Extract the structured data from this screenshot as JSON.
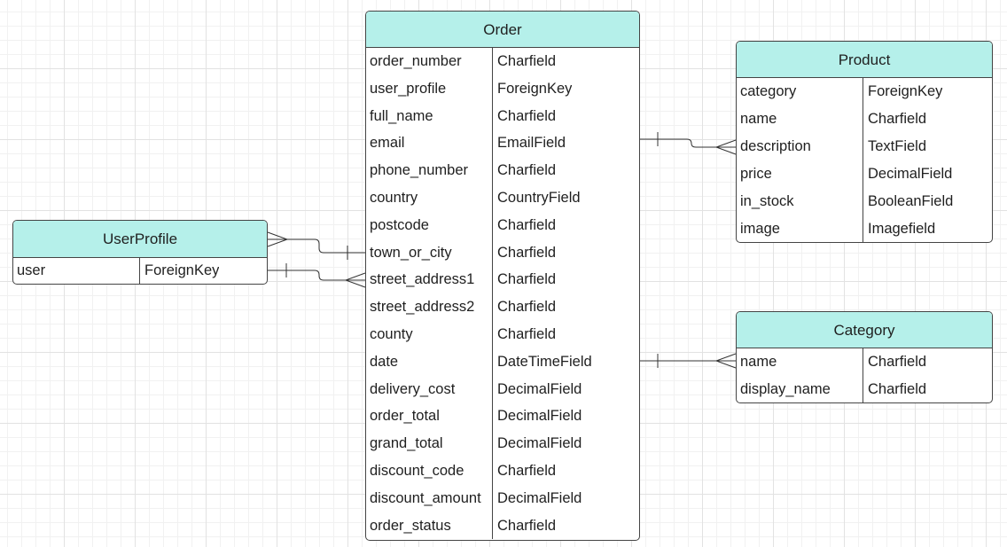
{
  "entities": {
    "order": {
      "title": "Order",
      "fields": [
        {
          "name": "order_number",
          "type": "Charfield"
        },
        {
          "name": "user_profile",
          "type": "ForeignKey"
        },
        {
          "name": "full_name",
          "type": "Charfield"
        },
        {
          "name": "email",
          "type": "EmailField"
        },
        {
          "name": "phone_number",
          "type": "Charfield"
        },
        {
          "name": "country",
          "type": "CountryField"
        },
        {
          "name": "postcode",
          "type": "Charfield"
        },
        {
          "name": "town_or_city",
          "type": "Charfield"
        },
        {
          "name": "street_address1",
          "type": "Charfield"
        },
        {
          "name": "street_address2",
          "type": "Charfield"
        },
        {
          "name": "county",
          "type": "Charfield"
        },
        {
          "name": "date",
          "type": "DateTimeField"
        },
        {
          "name": "delivery_cost",
          "type": "DecimalField"
        },
        {
          "name": "order_total",
          "type": "DecimalField"
        },
        {
          "name": "grand_total",
          "type": "DecimalField"
        },
        {
          "name": "discount_code",
          "type": "Charfield"
        },
        {
          "name": "discount_amount",
          "type": "DecimalField"
        },
        {
          "name": "order_status",
          "type": "Charfield"
        }
      ]
    },
    "product": {
      "title": "Product",
      "fields": [
        {
          "name": "category",
          "type": "ForeignKey"
        },
        {
          "name": "name",
          "type": "Charfield"
        },
        {
          "name": "description",
          "type": "TextField"
        },
        {
          "name": "price",
          "type": "DecimalField"
        },
        {
          "name": "in_stock",
          "type": "BooleanField"
        },
        {
          "name": "image",
          "type": "Imagefield"
        }
      ]
    },
    "userprofile": {
      "title": "UserProfile",
      "fields": [
        {
          "name": "user",
          "type": "ForeignKey"
        }
      ]
    },
    "category": {
      "title": "Category",
      "fields": [
        {
          "name": "name",
          "type": "Charfield"
        },
        {
          "name": "display_name",
          "type": "Charfield"
        }
      ]
    }
  }
}
